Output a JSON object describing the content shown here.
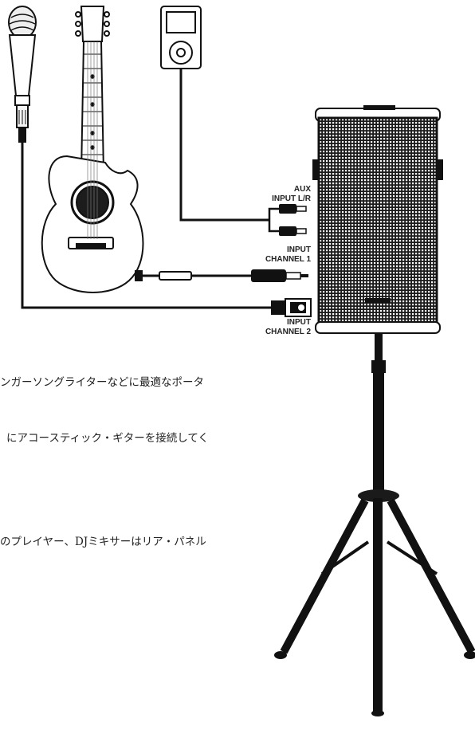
{
  "labels": {
    "aux_line1": "AUX",
    "aux_line2": "INPUT L/R",
    "ch1_line1": "INPUT",
    "ch1_line2": "CHANNEL 1",
    "ch2_line1": "INPUT",
    "ch2_line2": "CHANNEL 2"
  },
  "text": {
    "line1": "ンガーソングライターなどに最適なポータ",
    "line2": "にアコースティック・ギターを接続してく",
    "line3": "のプレイヤー、DJミキサーはリア・パネル"
  },
  "icons": [
    "microphone-icon",
    "acoustic-guitar-icon",
    "media-player-icon",
    "speaker-icon",
    "tripod-stand-icon",
    "xlr-plug-icon",
    "quarter-inch-plug-icon",
    "rca-plug-icon"
  ],
  "colors": {
    "ink": "#111111",
    "paper": "#ffffff"
  }
}
